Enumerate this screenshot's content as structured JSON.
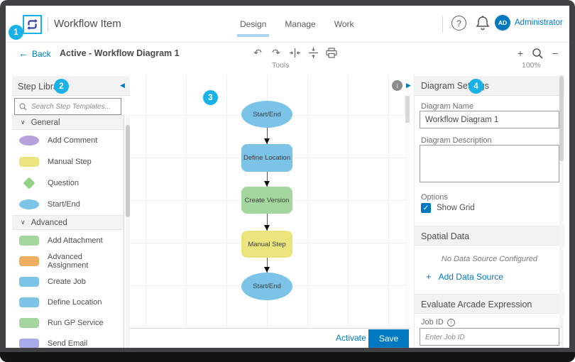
{
  "annotations": {
    "badge1": "1",
    "badge2": "2",
    "badge3": "3",
    "badge4": "4"
  },
  "header": {
    "title": "Workflow Item",
    "tabs": [
      {
        "label": "Design",
        "active": true
      },
      {
        "label": "Manage",
        "active": false
      },
      {
        "label": "Work",
        "active": false
      }
    ],
    "help_icon": "?",
    "user_initials": "AD",
    "user_name": "Administrator"
  },
  "toolbar": {
    "back_arrow": "←",
    "back_label": "Back",
    "diagram_title": "Active - Workflow Diagram 1",
    "tools_label": "Tools",
    "undo_glyph": "↶",
    "redo_glyph": "↷",
    "zoom_in": "+",
    "zoom_out": "−",
    "zoom_level": "100%"
  },
  "step_library": {
    "title": "Step Library",
    "collapse_glyph": "◀",
    "search_placeholder": "Search Step Templates...",
    "sections": [
      {
        "label": "General",
        "items": [
          {
            "label": "Add Comment",
            "shape": "ellipse",
            "color": "#b6a1dc"
          },
          {
            "label": "Manual Step",
            "shape": "rect",
            "color": "#ece47d"
          },
          {
            "label": "Question",
            "shape": "diamond",
            "color": "#93d184"
          },
          {
            "label": "Start/End",
            "shape": "ellipse",
            "color": "#7cc3e8"
          }
        ]
      },
      {
        "label": "Advanced",
        "items": [
          {
            "label": "Add Attachment",
            "shape": "rect",
            "color": "#a2d69c"
          },
          {
            "label": "Advanced Assignment",
            "shape": "rect",
            "color": "#f0ad60"
          },
          {
            "label": "Create Job",
            "shape": "rect",
            "color": "#7cc3e8"
          },
          {
            "label": "Define Location",
            "shape": "rect",
            "color": "#7cc3e8"
          },
          {
            "label": "Run GP Service",
            "shape": "rect",
            "color": "#a2d69c"
          },
          {
            "label": "Send Email",
            "shape": "rect",
            "color": "#a9abe8"
          }
        ]
      }
    ]
  },
  "canvas": {
    "info_glyph": "i",
    "expander_glyph": "▶",
    "nodes": [
      {
        "label": "Start/End",
        "shape": "ellipse",
        "color": "#7cc3e8"
      },
      {
        "label": "Define Location",
        "shape": "rect",
        "color": "#7cc3e8"
      },
      {
        "label": "Create Version",
        "shape": "rect",
        "color": "#a4d79e"
      },
      {
        "label": "Manual Step",
        "shape": "rect",
        "color": "#ece47d"
      },
      {
        "label": "Start/End",
        "shape": "ellipse",
        "color": "#7cc3e8"
      }
    ]
  },
  "footer": {
    "activate_label": "Activate",
    "save_label": "Save"
  },
  "settings_panel": {
    "title": "Diagram Settings",
    "name_label": "Diagram Name",
    "name_value": "Workflow Diagram 1",
    "description_label": "Diagram Description",
    "options_label": "Options",
    "show_grid_label": "Show Grid",
    "check_glyph": "✓",
    "spatial_title": "Spatial Data",
    "spatial_empty_text": "No Data Source Configured",
    "add_data_source_plus": "+",
    "add_data_source_label": "Add Data Source",
    "arcade_title": "Evaluate Arcade Expression",
    "job_id_label": "Job ID",
    "job_id_info": "i",
    "job_id_placeholder": "Enter Job ID"
  },
  "colors": {
    "accent": "#0079c1",
    "badge": "#18b2e8",
    "logo_glyph": "#3340a7"
  }
}
